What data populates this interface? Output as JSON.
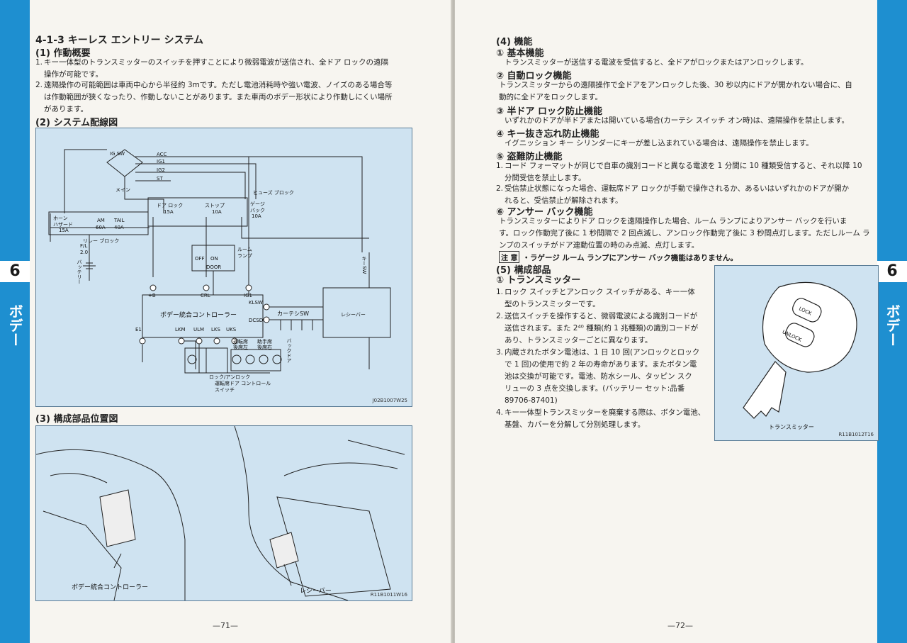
{
  "left": {
    "section_title": "4-1-3 キーレス エントリー システム",
    "s1_title": "(1) 作動概要",
    "s1_items": [
      {
        "n": "1.",
        "l1": "キー一体型のトランスミッターのスイッチを押すことにより微弱電波が送信され、全ドア ロックの遠隔",
        "l2": "操作が可能です。"
      },
      {
        "n": "2.",
        "l1": "遠隔操作の可能範囲は車両中心から半径約 3mです。ただし電池消耗時や強い電波、ノイズのある場合等",
        "l2": "は作動範囲が狭くなったり、作動しないことがあります。また車両のボデー形状により作動しにくい場所",
        "l3": "があります。"
      }
    ],
    "s2_title": "(2) システム配線図",
    "s3_title": "(3) 構成部品位置図",
    "wiring": {
      "ig_sw": "IG SW",
      "acc": "ACC",
      "ig1": "IG1",
      "ig2": "IG2",
      "st": "ST",
      "main": "メイン",
      "fuse_block": "ヒューズ ブロック",
      "door_lock": "ドア ロック",
      "door_lock_a": "15A",
      "stop": "ストップ",
      "stop_a": "10A",
      "gauge": "ゲージ",
      "back": "バック",
      "gauge_a": "10A",
      "horn": "ホーン",
      "hazard": "ハザード",
      "horn_a": "15A",
      "am": "AM",
      "am_a": "60A",
      "tail": "TAIL",
      "tail_a": "40A",
      "relay_block": "リレー ブロック",
      "fl": "F/L",
      "fl_a": "2.0",
      "battery": "バッテリー",
      "room_lamp": "ルーム",
      "room_lamp2": "ランプ",
      "off": "OFF",
      "on": "ON",
      "door": "DOOR",
      "key_sw": "キーSW",
      "plus_b": "+B",
      "crl": "CRL",
      "ig1b": "IG1",
      "klsw": "KLSW",
      "ecu": "ボデー統合コントローラー",
      "courtesy": "カーテシSW",
      "dcsd": "DCSD",
      "receiver": "レシーバー",
      "e1": "E1",
      "lkm": "LKM",
      "ulm": "ULM",
      "lks": "LKS",
      "uks": "UKS",
      "driver_door": "運転席ドア コントロール",
      "sw": "スイッチ",
      "rr": "運転席",
      "fr": "助手席",
      "rl": "後席左",
      "rr2": "後席右",
      "bd": "バックドア",
      "lock_unlock": "ロック/アンロック",
      "fig_id": "J02B1007W25"
    },
    "location": {
      "ecu": "ボデー統合コントローラー",
      "receiver": "レシーバー",
      "fig_id": "R11B1011W16"
    },
    "page_no": "—71—",
    "tab_num": "6",
    "tab_txt": "ボデー"
  },
  "right": {
    "s4_title": "(4) 機能",
    "f1_title": "① 基本機能",
    "f1_l1": "トランスミッターが送信する電波を受信すると、全ドアがロックまたはアンロックします。",
    "f2_title": "② 自動ロック機能",
    "f2_l1": "トランスミッターからの遠隔操作で全ドアをアンロックした後、30 秒以内にドアが開かれない場合に、自",
    "f2_l2": "動的に全ドアをロックします。",
    "f3_title": "③ 半ドア ロック防止機能",
    "f3_l1": "いずれかのドアが半ドアまたは開いている場合(カーテシ スイッチ オン時)は、遠隔操作を禁止します。",
    "f4_title": "④ キー抜き忘れ防止機能",
    "f4_l1": "イグニッション キー シリンダーにキーが差し込まれている場合は、遠隔操作を禁止します。",
    "f5_title": "⑤ 盗難防止機能",
    "f5_items": [
      {
        "n": "1.",
        "l1": "コード フォーマットが同じで自車の識別コードと異なる電波を 1 分間に 10 種類受信すると、それ以降 10",
        "l2": "分間受信を禁止します。"
      },
      {
        "n": "2.",
        "l1": "受信禁止状態になった場合、運転席ドア ロックが手動で操作されるか、あるいはいずれかのドアが開か",
        "l2": "れると、受信禁止が解除されます。"
      }
    ],
    "f6_title": "⑥ アンサー バック機能",
    "f6_l1": "トランスミッターによりドア ロックを遠隔操作した場合、ルーム ランプによりアンサー バックを行いま",
    "f6_l2": "す。ロック作動完了後に 1 秒間隔で 2 回点滅し、アンロック作動完了後に 3 秒間点灯します。ただしルーム ラ",
    "f6_l3": "ンプのスイッチがドア連動位置の時のみ点滅、点灯します。",
    "note_label": "注 意",
    "note_text": "・ラゲージ ルーム ランプにアンサー バック機能はありません。",
    "s5_title": "(5) 構成部品",
    "c1_title": "① トランスミッター",
    "c_items": [
      {
        "n": "1.",
        "lines": [
          "ロック スイッチとアンロック スイッチがある、キー一体",
          "型のトランスミッターです。"
        ]
      },
      {
        "n": "2.",
        "lines": [
          "送信スイッチを操作すると、微弱電波による識別コードが",
          "送信されます。また 2⁴⁰ 種類(約 1 兆種類)の識別コードが",
          "あり、トランスミッターごとに異なります。"
        ]
      },
      {
        "n": "3.",
        "lines": [
          "内蔵されたボタン電池は、1 日 10 回(アンロックとロック",
          "で 1 回)の使用で約 2 年の寿命があります。またボタン電",
          "池は交換が可能です。電池、防水シール、タッピン スク",
          "リューの 3 点を交換します。(バッテリー セット:品番",
          "89706-87401)"
        ]
      },
      {
        "n": "4.",
        "lines": [
          "キー一体型トランスミッターを廃棄する際は、ボタン電池、",
          "基盤、カバーを分解して分別処理します。"
        ]
      }
    ],
    "key": {
      "lock": "LOCK",
      "unlock": "UNLOCK",
      "caption": "トランスミッター",
      "fig_id": "R11B1012T16"
    },
    "page_no": "—72—",
    "tab_num": "6",
    "tab_txt": "ボデー"
  }
}
